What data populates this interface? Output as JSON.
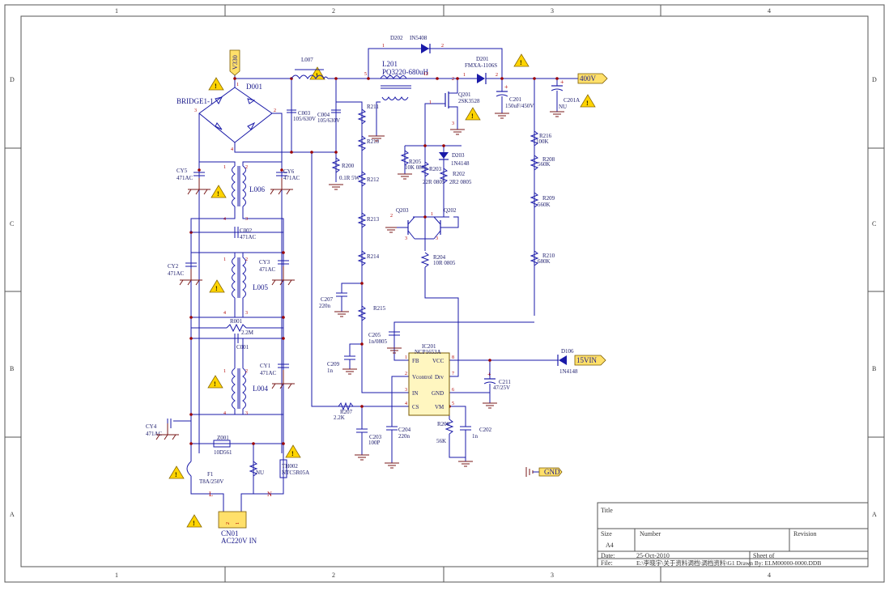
{
  "frame": {
    "columns": [
      "1",
      "2",
      "3",
      "4"
    ],
    "rows": [
      "D",
      "C",
      "B",
      "A"
    ]
  },
  "title_block": {
    "title_label": "Title",
    "size_label": "Size",
    "size_value": "A4",
    "number_label": "Number",
    "revision_label": "Revision",
    "date_label": "Date:",
    "date_value": "25-Oct-2010",
    "sheet_label": "Sheet    of",
    "file_label": "File:",
    "file_value": "E:\\李晓宇\\关于资料调档\\调档资料\\G1 Drawn By: ELM00000-0000.DDB"
  },
  "ports": {
    "v330": "V330",
    "v400": "400V",
    "vin15": "15VIN",
    "gnd": "GND",
    "connector_name": "CN01",
    "connector_desc": "AC220V IN",
    "pin_l": "L",
    "pin_n": "N"
  },
  "components": {
    "bridge": "BRIDGE1-1",
    "d001": "D001",
    "l007": "L007",
    "l201": "L201",
    "l201_val": "PQ3220-680uH",
    "d202": "D202",
    "d202_val": "IN5408",
    "d201": "D201",
    "d201_val": "FMXA-1106S",
    "q201": "Q201",
    "q201_val": "2SK3528",
    "c201": "C201",
    "c201_val": "150uF/450V",
    "c201a": "C201A",
    "c201a_val": "NU",
    "c003": "C003",
    "c003_val": "105/630V",
    "c004": "C004",
    "c004_val": "105/630V",
    "r200": "R200",
    "r200_val": "0.1R 5W",
    "r211": "R211",
    "r210x": "R210",
    "r212": "R212",
    "r213": "R213",
    "r214": "R214",
    "r215": "R215",
    "r216": "R216",
    "r216_val": "100K",
    "r208": "R208",
    "r208_val": "560K",
    "r209": "R209",
    "r209_val": "560K",
    "r210": "R210",
    "r210_val": "680K",
    "d203": "D203",
    "d203_val": "1N4148",
    "r205": "R205",
    "r205_val": "10K 0805",
    "r203": "R203",
    "r203_val": "22R 0805",
    "r202": "R202",
    "r202_val": "2R2 0805",
    "q203": "Q203",
    "q202": "Q202",
    "r204": "R204",
    "r204_val": "10R 0805",
    "c207": "C207",
    "c207_val": "220n",
    "c205": "C205",
    "c205_val": "1n/0805",
    "c209": "C209",
    "c209_val": "1n",
    "ic": "IC201",
    "ic_val": "NCP1653A",
    "ic_pins": [
      "FB",
      "Vcontrol",
      "IN",
      "CS",
      "VCC",
      "Drv",
      "GND",
      "VM"
    ],
    "ic_pin_numbers": [
      "1",
      "2",
      "3",
      "4",
      "8",
      "7",
      "6",
      "5"
    ],
    "d106": "D106",
    "d106_val": "1N4148",
    "c211": "C211",
    "c211_val": "47/25V",
    "r207": "R207",
    "r207_val": "2.2K",
    "c203": "C203",
    "c203_val": "100P",
    "c204": "C204",
    "c204_val": "220n",
    "r206": "R206",
    "r206_val": "56K",
    "c202": "C202",
    "c202_val": "1n",
    "cy5": "CY5",
    "cy5_val": "471AC",
    "cy6": "CY6",
    "cy6_val": "471AC",
    "l006": "L006",
    "c002": "C002",
    "c002_val": "471AC",
    "cy2": "CY2",
    "cy2_val": "471AC",
    "cy3": "CY3",
    "cy3_val": "471AC",
    "l005": "L005",
    "r001": "R001",
    "r001_val": "2.2M",
    "c001": "C001",
    "cy1": "CY1",
    "cy1_val": "471AC",
    "l004": "L004",
    "cy4": "CY4",
    "cy4_val": "471AC",
    "z001": "Z001",
    "z001_val": "10D561",
    "nu": "NU",
    "th002": "TH002",
    "th002_val": "NTC5R05A",
    "f1": "F1",
    "f1_val": "T8A/250V"
  }
}
